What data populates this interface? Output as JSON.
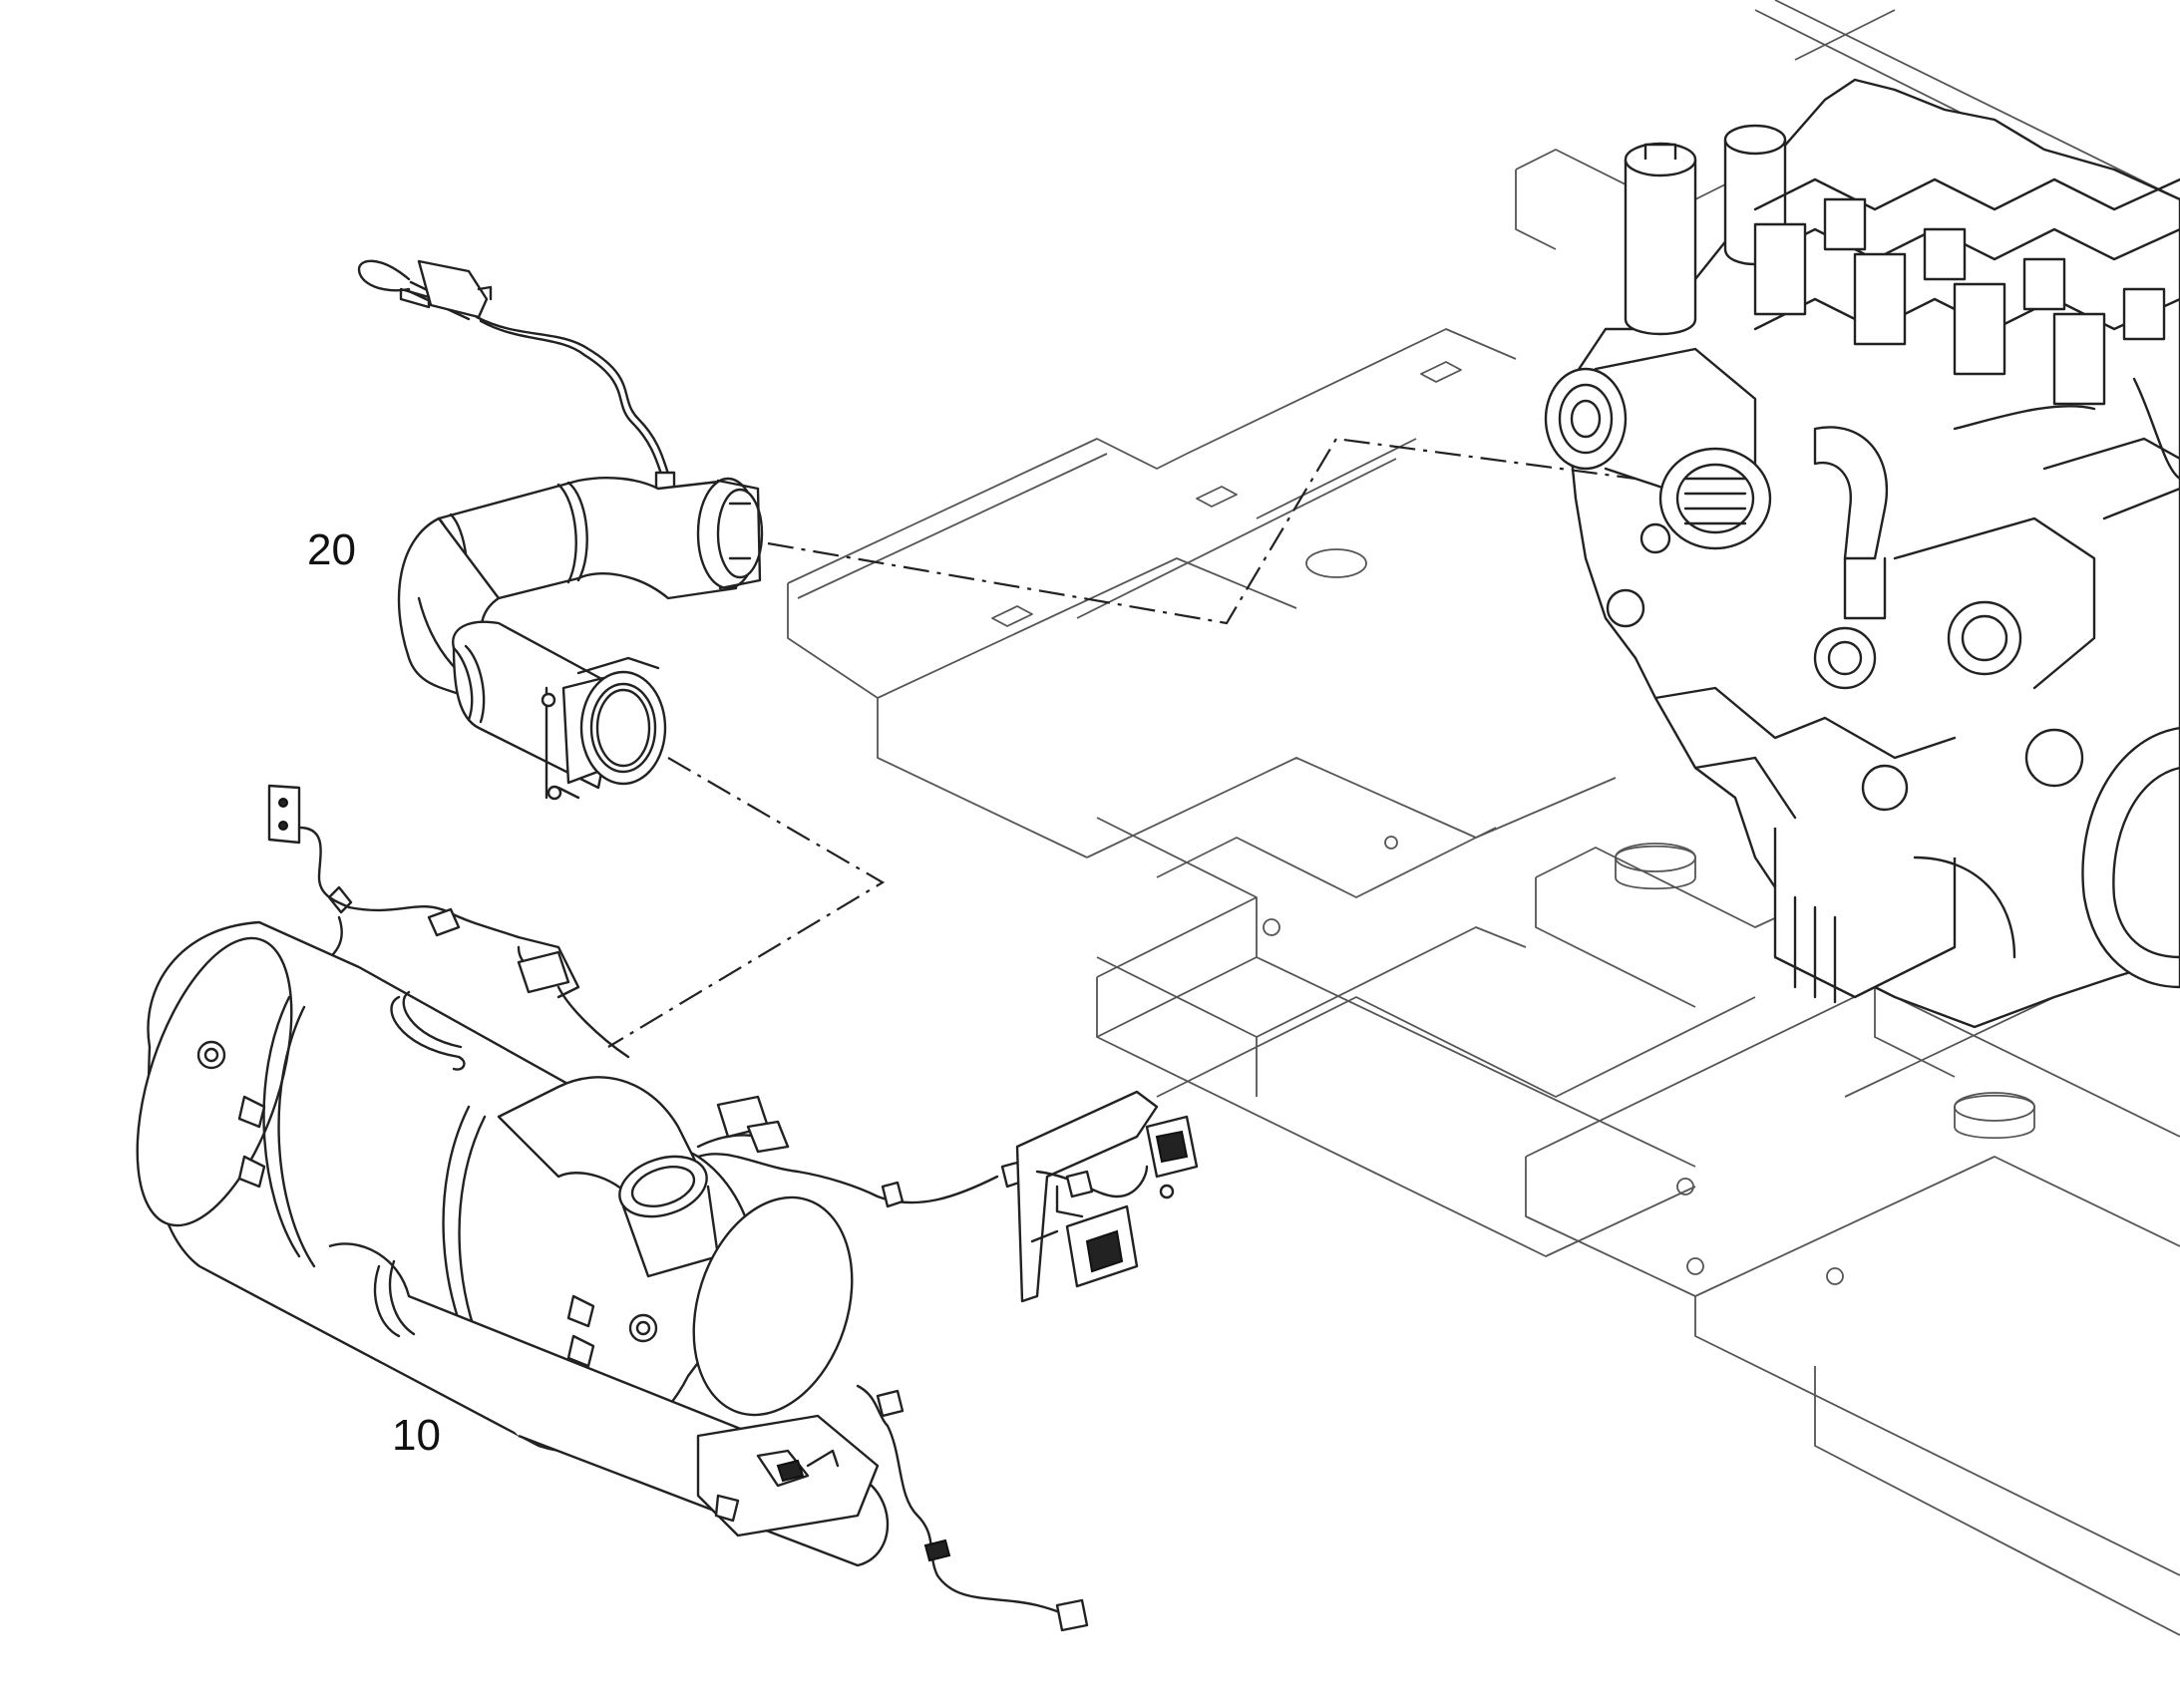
{
  "diagram": {
    "callouts": [
      {
        "id": "20",
        "label": "20",
        "part": "exhaust-pipe-with-sensor"
      },
      {
        "id": "10",
        "label": "10",
        "part": "aftertreatment-muffler-assembly"
      }
    ],
    "colors": {
      "line": "#222222",
      "background": "#ffffff"
    }
  }
}
